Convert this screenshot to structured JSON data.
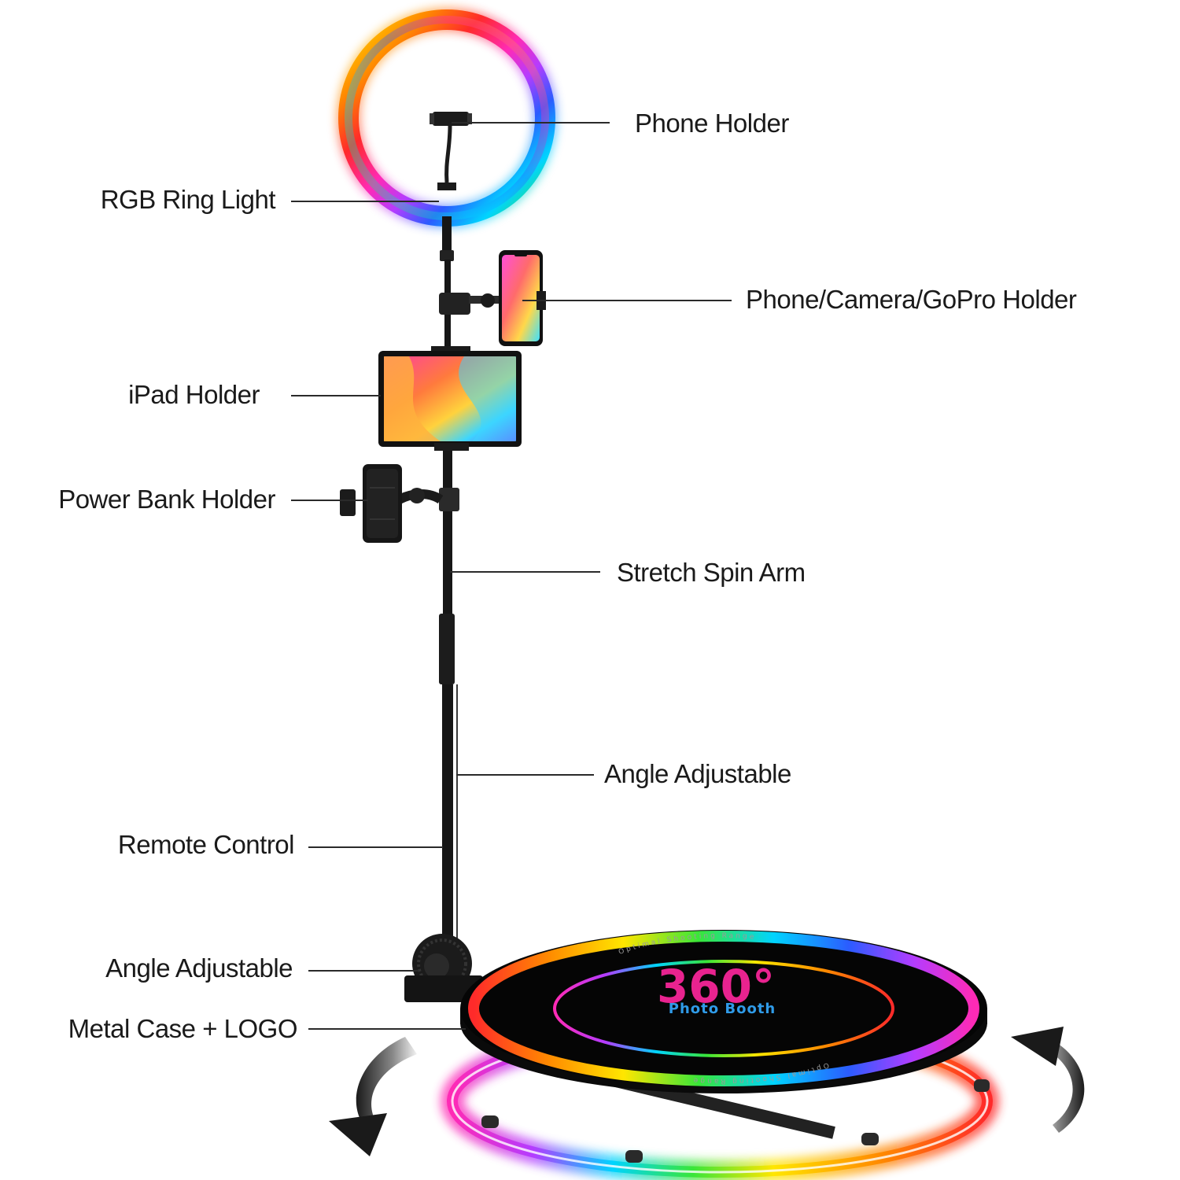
{
  "labels": {
    "phone_holder": "Phone Holder",
    "rgb_ring_light": "RGB Ring Light",
    "phone_camera_gopro_holder": "Phone/Camera/GoPro Holder",
    "ipad_holder": "iPad Holder",
    "power_bank_holder": "Power Bank Holder",
    "stretch_spin_arm": "Stretch Spin Arm",
    "angle_adjustable_arm": "Angle Adjustable",
    "remote_control": "Remote Control",
    "angle_adjustable_base": "Angle Adjustable",
    "metal_case_logo": "Metal Case + LOGO"
  },
  "platform": {
    "logo_number": "360°",
    "logo_subtitle": "Photo Booth",
    "ring_text": "Optimal Shooting Range"
  },
  "colors": {
    "rainbow": [
      "#ff2a2a",
      "#ff8a00",
      "#ffe600",
      "#39e639",
      "#00d4ff",
      "#2b5cff",
      "#b43cff",
      "#ff2ab5"
    ],
    "logo_blue": "#2f9be8",
    "logo_magenta": "#e8238f"
  },
  "icons": {
    "rotate_left": "curved-arrow-left-icon",
    "rotate_right": "curved-arrow-right-icon"
  }
}
